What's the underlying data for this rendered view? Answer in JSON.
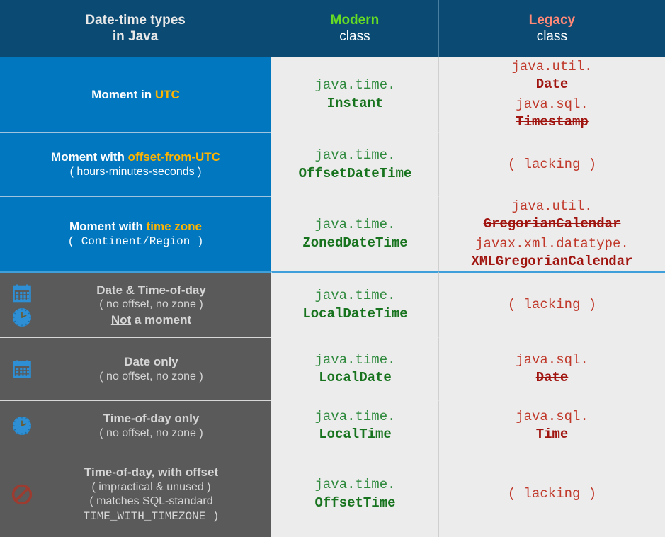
{
  "header": {
    "col1_line1": "Date-time types",
    "col1_line2": "in Java",
    "col2_title": "Modern",
    "col2_sub": "class",
    "col3_title": "Legacy",
    "col3_sub": "class"
  },
  "colors": {
    "header_bg": "#0b4a72",
    "blue_row": "#0077bf",
    "gray_row": "#5a5a5a",
    "class_bg": "#ececec",
    "modern_accent": "#66dd22",
    "legacy_accent": "#ff8877",
    "highlight_amber": "#ffb400",
    "modern_green": "#17731d",
    "legacy_red": "#a01510",
    "divider_blue": "#3f9fd8"
  },
  "rows": [
    {
      "style": "blue",
      "icons": [],
      "desc_main_pre": "Moment in ",
      "desc_main_hl": "UTC",
      "desc_main_post": "",
      "desc_subs": [],
      "modern": [
        {
          "pkg": "java.time.",
          "cls": "Instant"
        }
      ],
      "legacy": [
        {
          "pkg": "java.util.",
          "cls": "Date"
        },
        {
          "pkg": "java.sql.",
          "cls": "Timestamp"
        }
      ],
      "legacy_lacking": null
    },
    {
      "style": "blue",
      "icons": [],
      "desc_main_pre": "Moment with ",
      "desc_main_hl": "offset-from-UTC",
      "desc_main_post": "",
      "desc_subs": [
        {
          "text": "( hours-minutes-seconds )",
          "mono": false
        }
      ],
      "modern": [
        {
          "pkg": "java.time.",
          "cls": "OffsetDateTime"
        }
      ],
      "legacy": [],
      "legacy_lacking": "( lacking )"
    },
    {
      "style": "blue",
      "icons": [],
      "desc_main_pre": "Moment with ",
      "desc_main_hl": "time zone",
      "desc_main_post": "",
      "desc_subs": [
        {
          "text": "( Continent/Region )",
          "mono": true
        }
      ],
      "modern": [
        {
          "pkg": "java.time.",
          "cls": "ZonedDateTime"
        }
      ],
      "legacy": [
        {
          "pkg": "java.util.",
          "cls": "GregorianCalendar"
        },
        {
          "pkg": "javax.xml.datatype.",
          "cls": "XMLGregorianCalendar"
        }
      ],
      "legacy_lacking": null
    },
    {
      "style": "gray",
      "icons": [
        "calendar-icon",
        "clock-icon"
      ],
      "desc_main_pre": "Date & Time-of-day",
      "desc_main_hl": "",
      "desc_main_post": "",
      "desc_subs": [
        {
          "text": "( no offset, no zone )",
          "mono": false
        }
      ],
      "desc_note_underline": "Not",
      "desc_note_rest": " a moment",
      "modern": [
        {
          "pkg": "java.time.",
          "cls": "LocalDateTime"
        }
      ],
      "legacy": [],
      "legacy_lacking": "( lacking )"
    },
    {
      "style": "gray",
      "icons": [
        "calendar-icon"
      ],
      "desc_main_pre": "Date only",
      "desc_main_hl": "",
      "desc_main_post": "",
      "desc_subs": [
        {
          "text": "( no offset, no zone )",
          "mono": false
        }
      ],
      "modern": [
        {
          "pkg": "java.time.",
          "cls": "LocalDate"
        }
      ],
      "legacy": [
        {
          "pkg": "java.sql.",
          "cls": "Date"
        }
      ],
      "legacy_lacking": null
    },
    {
      "style": "gray",
      "icons": [
        "clock-icon"
      ],
      "desc_main_pre": "Time-of-day only",
      "desc_main_hl": "",
      "desc_main_post": "",
      "desc_subs": [
        {
          "text": "( no offset, no zone )",
          "mono": false
        }
      ],
      "modern": [
        {
          "pkg": "java.time.",
          "cls": "LocalTime"
        }
      ],
      "legacy": [
        {
          "pkg": "java.sql.",
          "cls": "Time"
        }
      ],
      "legacy_lacking": null
    },
    {
      "style": "gray",
      "icons": [
        "prohibited-icon"
      ],
      "desc_main_pre": "Time-of-day, with offset",
      "desc_main_hl": "",
      "desc_main_post": "",
      "desc_subs": [
        {
          "text": "( impractical & unused )",
          "mono": false
        },
        {
          "text": "( matches SQL-standard",
          "mono": false
        },
        {
          "text": "TIME_WITH_TIMEZONE )",
          "mono": true
        }
      ],
      "modern": [
        {
          "pkg": "java.time.",
          "cls": "OffsetTime"
        }
      ],
      "legacy": [],
      "legacy_lacking": "( lacking )"
    }
  ]
}
